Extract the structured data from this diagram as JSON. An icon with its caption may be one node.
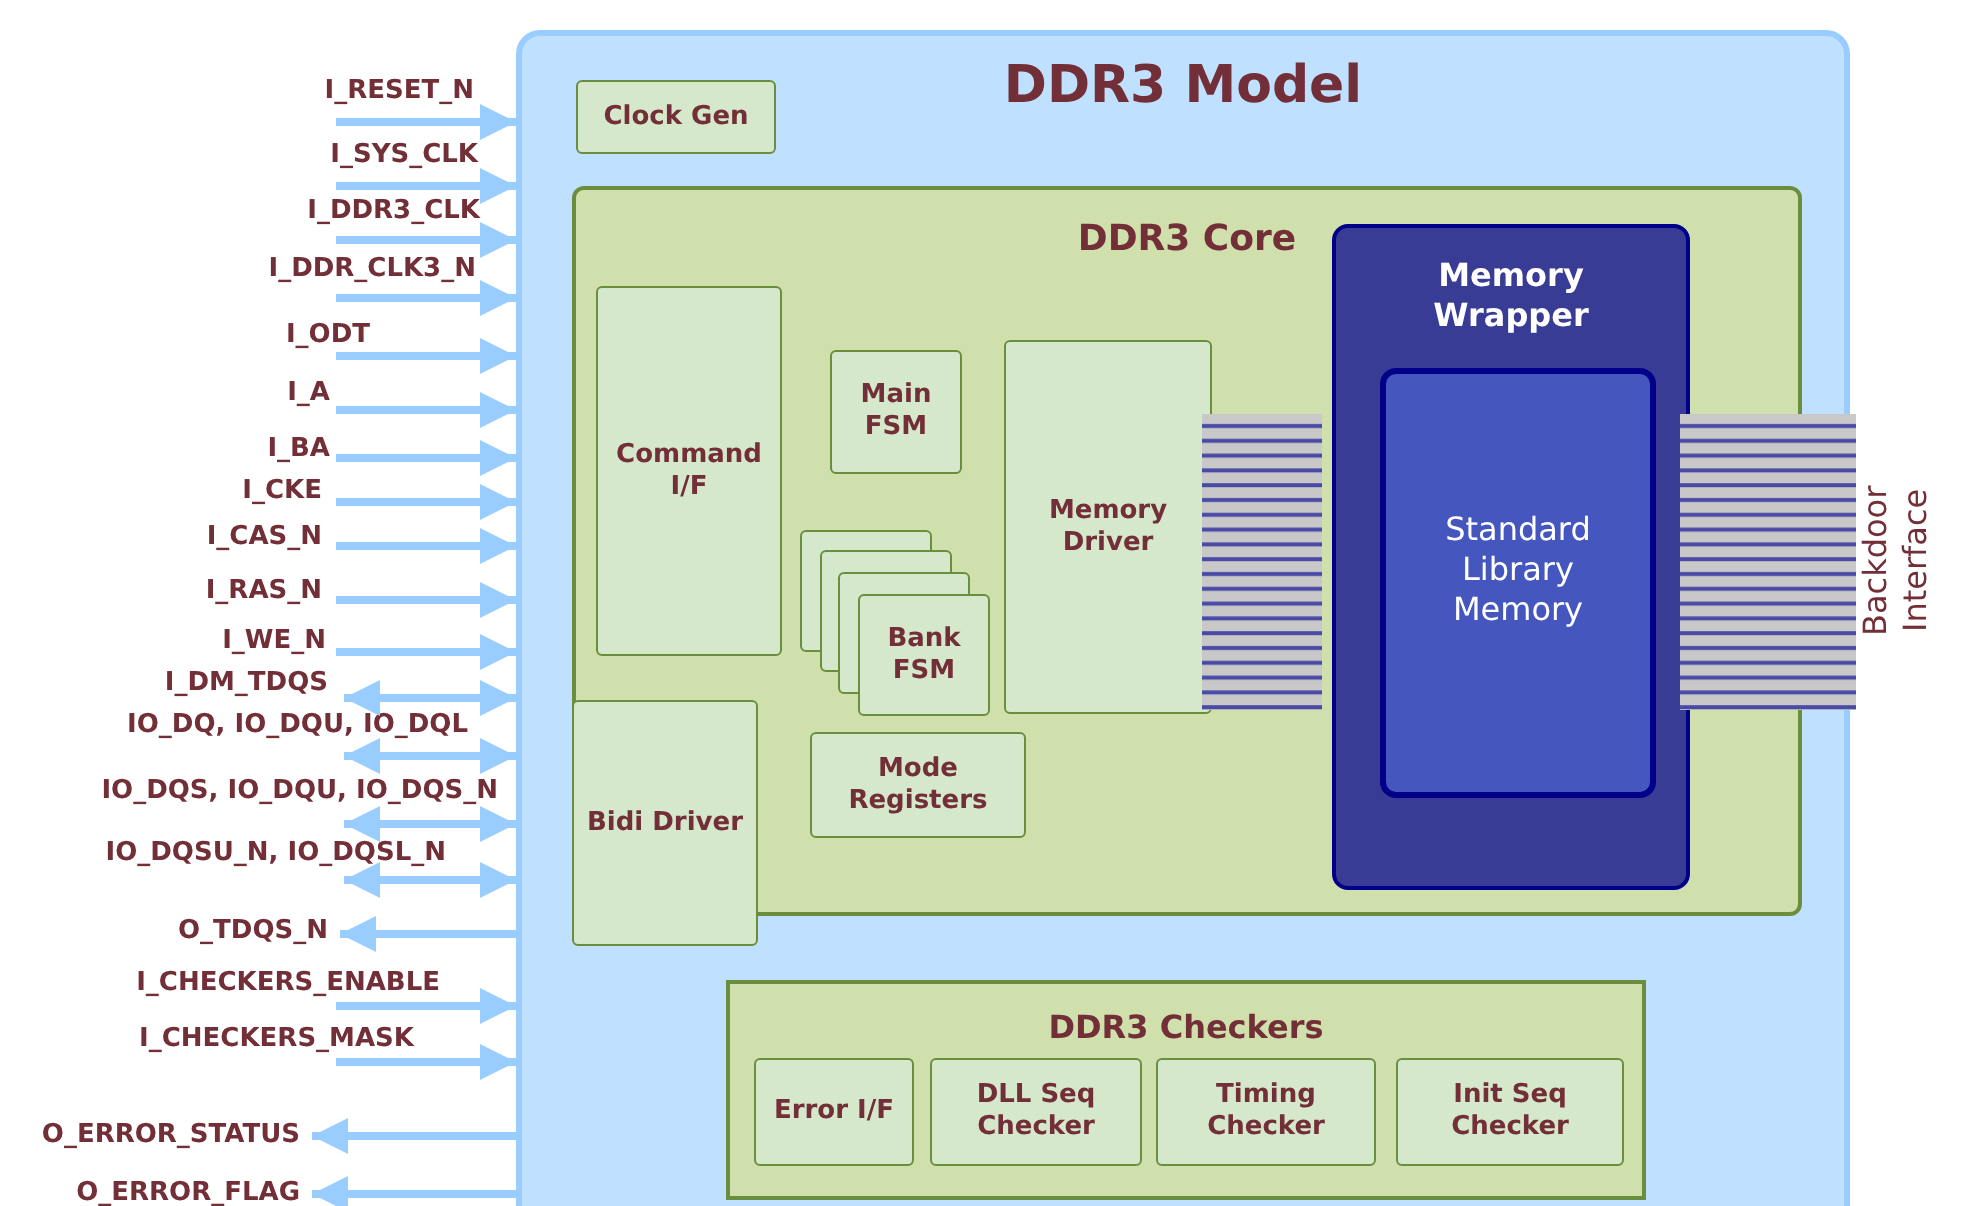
{
  "diagram": {
    "nodes": [
      {
        "text": [
          "DDR3 Model"
        ]
      },
      {
        "text": [
          "Clock Gen"
        ],
        "in": 0
      },
      {
        "text": [
          "DDR3 Core"
        ],
        "in": 0
      },
      {
        "text": [
          "Command I/F"
        ],
        "in": 2
      },
      {
        "text": [
          "Main FSM"
        ],
        "in": 2
      },
      {
        "text": [
          "Bank FSM"
        ],
        "in": 2
      },
      {
        "text": [
          "Memory Driver"
        ],
        "in": 2
      },
      {
        "text": [
          "Mode Registers"
        ],
        "in": 2
      },
      {
        "text": [
          "Bidi Driver"
        ],
        "in": 0
      },
      {
        "text": [
          "Memory Wrapper"
        ],
        "in": 2
      },
      {
        "text": [
          "Standard Library Memory"
        ],
        "in": 9
      },
      {
        "text": [
          "DDR3 Checkers"
        ],
        "in": 0
      },
      {
        "text": [
          "Error I/F"
        ],
        "in": 11
      },
      {
        "text": [
          "DLL Seq Checker"
        ],
        "in": 11
      },
      {
        "text": [
          "Timing Checker"
        ],
        "in": 11
      },
      {
        "text": [
          "Init Seq Checker"
        ],
        "in": 11
      },
      {
        "text": [
          "Backdoor Interface"
        ]
      },
      {
        "text": [
          "I_RESET_N"
        ]
      },
      {
        "text": [
          "I_SYS_CLK"
        ]
      },
      {
        "text": [
          "I_DDR3_CLK"
        ]
      },
      {
        "text": [
          "I_DDR_CLK3_N"
        ]
      },
      {
        "text": [
          "I_ODT"
        ]
      },
      {
        "text": [
          "I_A"
        ]
      },
      {
        "text": [
          "I_BA"
        ]
      },
      {
        "text": [
          "I_CKE"
        ]
      },
      {
        "text": [
          "I_CAS_N"
        ]
      },
      {
        "text": [
          "I_RAS_N"
        ]
      },
      {
        "text": [
          "I_WE_N"
        ]
      },
      {
        "text": [
          "I_DM_TDQS"
        ]
      },
      {
        "text": [
          "IO_DQ, IO_DQU, IO_DQL"
        ]
      },
      {
        "text": [
          "IO_DQS, IO_DQU, IO_DQS_N"
        ]
      },
      {
        "text": [
          "IO_DQSU_N, IO_DQSL_N"
        ]
      },
      {
        "text": [
          "O_TDQS_N"
        ]
      },
      {
        "text": [
          "I_CHECKERS_ENABLE"
        ]
      },
      {
        "text": [
          "I_CHECKERS_MASK"
        ]
      },
      {
        "text": [
          "O_ERROR_STATUS"
        ]
      },
      {
        "text": [
          "O_ERROR_FLAG"
        ]
      }
    ],
    "edges": [
      {
        "from": 17,
        "to": 0,
        "arrow": "to"
      },
      {
        "from": 18,
        "to": 0,
        "arrow": "to"
      },
      {
        "from": 19,
        "to": 0,
        "arrow": "to"
      },
      {
        "from": 20,
        "to": 0,
        "arrow": "to"
      },
      {
        "from": 21,
        "to": 0,
        "arrow": "to"
      },
      {
        "from": 22,
        "to": 0,
        "arrow": "to"
      },
      {
        "from": 23,
        "to": 0,
        "arrow": "to"
      },
      {
        "from": 24,
        "to": 0,
        "arrow": "to"
      },
      {
        "from": 25,
        "to": 0,
        "arrow": "to"
      },
      {
        "from": 26,
        "to": 0,
        "arrow": "to"
      },
      {
        "from": 27,
        "to": 0,
        "arrow": "to"
      },
      {
        "from": 28,
        "to": 0,
        "arrow": "both"
      },
      {
        "from": 29,
        "to": 0,
        "arrow": "both"
      },
      {
        "from": 30,
        "to": 0,
        "arrow": "both"
      },
      {
        "from": 31,
        "to": 0,
        "arrow": "both"
      },
      {
        "from": 0,
        "to": 32,
        "arrow": "to"
      },
      {
        "from": 33,
        "to": 0,
        "arrow": "to"
      },
      {
        "from": 34,
        "to": 0,
        "arrow": "to"
      },
      {
        "from": 0,
        "to": 35,
        "arrow": "to"
      },
      {
        "from": 0,
        "to": 36,
        "arrow": "to"
      },
      {
        "from": 6,
        "to": 9,
        "arrow": "none",
        "style": "thick"
      },
      {
        "from": 9,
        "to": 16,
        "arrow": "none",
        "style": "thick"
      }
    ]
  }
}
